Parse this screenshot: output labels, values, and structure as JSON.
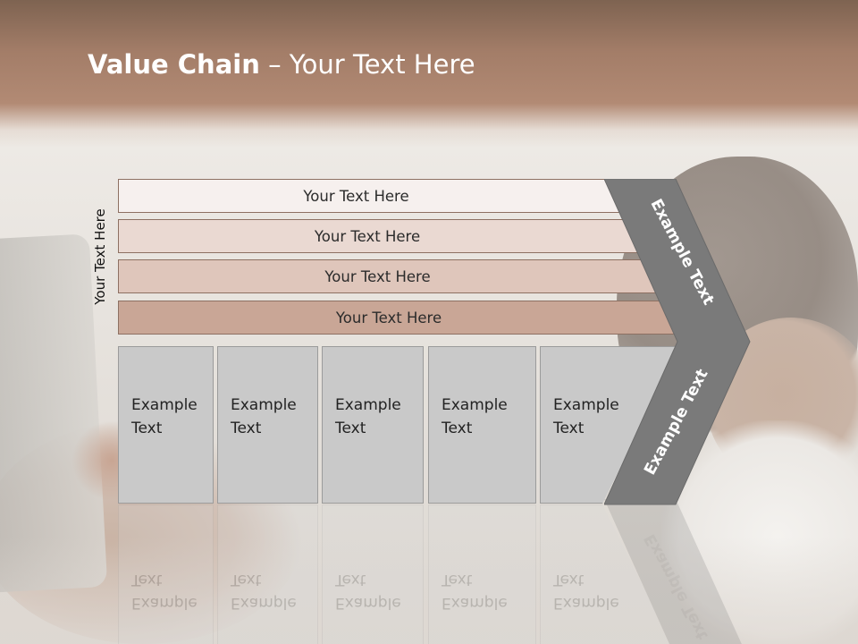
{
  "slide": {
    "title_bold": "Value Chain",
    "title_rest": " – Your Text Here",
    "side_label": "Your Text Here",
    "bars": [
      {
        "label": "Your Text Here"
      },
      {
        "label": "Your Text Here"
      },
      {
        "label": "Your Text Here"
      },
      {
        "label": "Your Text Here"
      }
    ],
    "cells": [
      {
        "line1": "Example",
        "line2": "Text"
      },
      {
        "line1": "Example",
        "line2": "Text"
      },
      {
        "line1": "Example",
        "line2": "Text"
      },
      {
        "line1": "Example",
        "line2": "Text"
      },
      {
        "line1": "Example",
        "line2": "Text"
      }
    ],
    "chevron_top": "Example Text",
    "chevron_bottom": "Example Text"
  },
  "colors": {
    "header": "#a37d68",
    "bar1": "#f6f0ee",
    "bar2": "#ead9d2",
    "bar3": "#dfc6bb",
    "bar4": "#c9a696",
    "cell": "#c9c9c9",
    "chevron": "#7a7a7a"
  }
}
